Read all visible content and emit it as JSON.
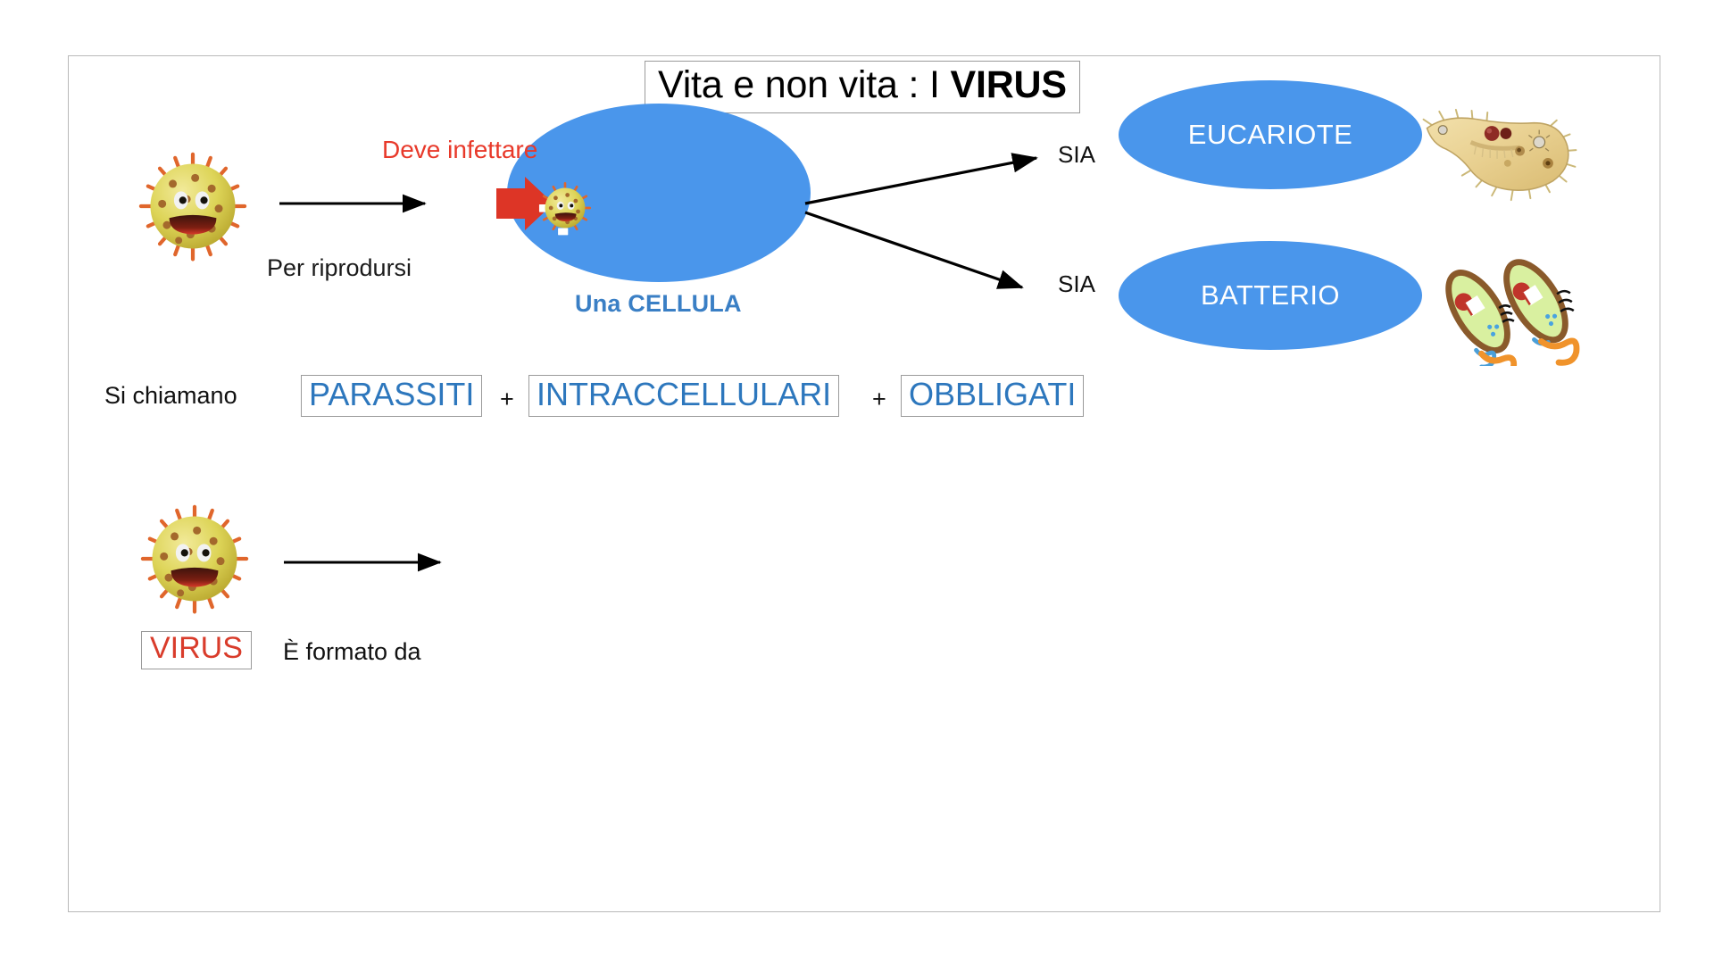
{
  "slide": {
    "title_prefix": "Vita e non vita : I ",
    "title_strong": "VIRUS"
  },
  "flow_top": {
    "infect_label": "Deve infettare",
    "reproduce_label": "Per riprodursi",
    "cell_caption": "Una CELLULA",
    "branch_label_1": "SIA",
    "branch_label_2": "SIA",
    "target_1": "EUCARIOTE",
    "target_2": "BATTERIO"
  },
  "naming_row": {
    "intro": "Si chiamano",
    "term_1": "PARASSITI",
    "plus_1": "+",
    "term_2": "INTRACCELLULARI",
    "plus_2": "+",
    "term_3": "OBBLIGATI"
  },
  "flow_bottom": {
    "virus_chip": "VIRUS",
    "composition_label": "È formato da"
  },
  "icons": {
    "virus_big": "virus-character-icon",
    "virus_inside_cell": "virus-character-icon",
    "virus_bottom": "virus-character-icon",
    "red_block_arrow": "red-block-arrow-icon",
    "protozoan": "protozoan-eukaryote-icon",
    "bacteria": "bacteria-pair-icon"
  },
  "colors": {
    "cell_blue": "#4a96eb",
    "caption_blue": "#3a7fc5",
    "chip_blue": "#2d77bd",
    "virus_red": "#d93c2b",
    "infect_red": "#e8392a",
    "frame_gray": "#b9b9b9",
    "arrow_black": "#000000"
  }
}
